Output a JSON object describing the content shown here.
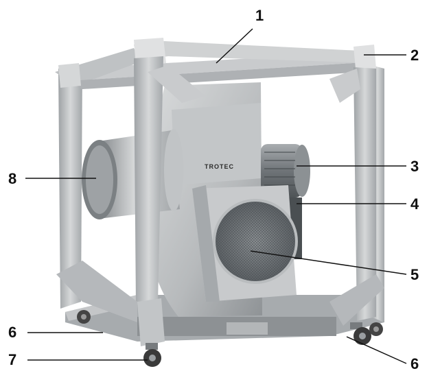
{
  "callouts": [
    {
      "id": "1",
      "label": "1"
    },
    {
      "id": "2",
      "label": "2"
    },
    {
      "id": "3",
      "label": "3"
    },
    {
      "id": "4",
      "label": "4"
    },
    {
      "id": "5",
      "label": "5"
    },
    {
      "id": "6a",
      "label": "6"
    },
    {
      "id": "6b",
      "label": "6"
    },
    {
      "id": "7",
      "label": "7"
    },
    {
      "id": "8",
      "label": "8"
    }
  ],
  "device": {
    "brand": "TROTEC",
    "colors": {
      "frame": "#b9bcbe",
      "frame_dark": "#8e9295",
      "housing": "#c7c9cb",
      "housing_dark": "#9a9da0",
      "motor": "#7c8185",
      "duct": "#aeb2b5",
      "mesh": "#6f7478",
      "caster": "#3a3a3a"
    }
  }
}
